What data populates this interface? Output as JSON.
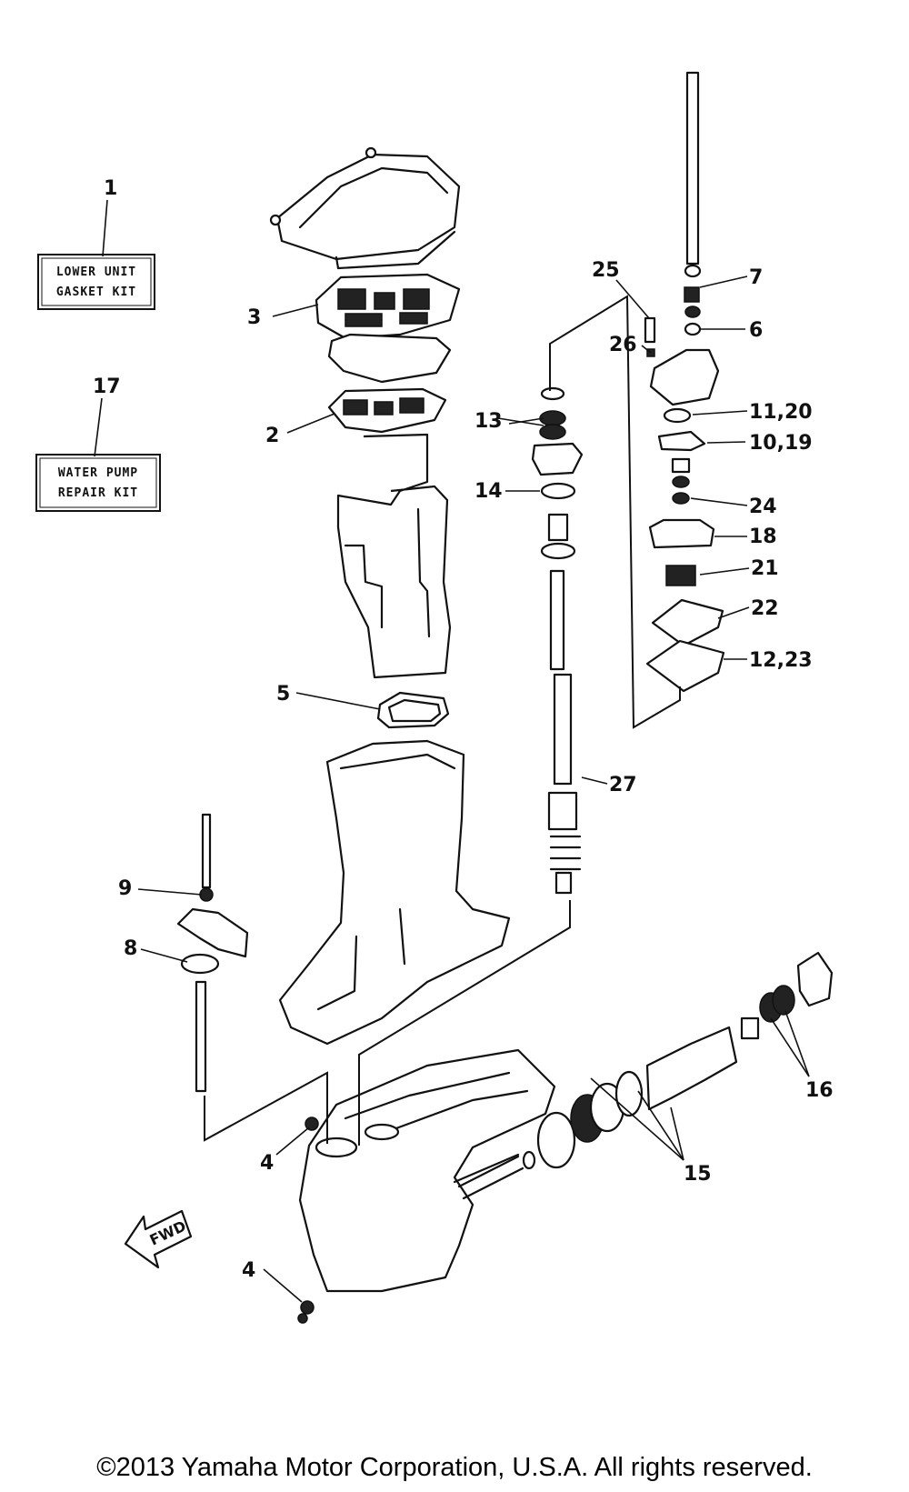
{
  "kits": {
    "lower_unit": {
      "number": "1",
      "line1": "LOWER UNIT",
      "line2": "GASKET KIT"
    },
    "water_pump": {
      "number": "17",
      "line1": "WATER PUMP",
      "line2": "REPAIR KIT"
    }
  },
  "callouts": {
    "c2": "2",
    "c3": "3",
    "c4a": "4",
    "c4b": "4",
    "c5": "5",
    "c6": "6",
    "c7": "7",
    "c8": "8",
    "c9": "9",
    "c10_19": "10,19",
    "c11_20": "11,20",
    "c12_23": "12,23",
    "c13": "13",
    "c14": "14",
    "c15": "15",
    "c16": "16",
    "c18": "18",
    "c21": "21",
    "c22": "22",
    "c24": "24",
    "c25": "25",
    "c26": "26",
    "c27": "27"
  },
  "fwd_label": "FWD",
  "copyright": "©2013 Yamaha Motor Corporation, U.S.A. All rights reserved."
}
